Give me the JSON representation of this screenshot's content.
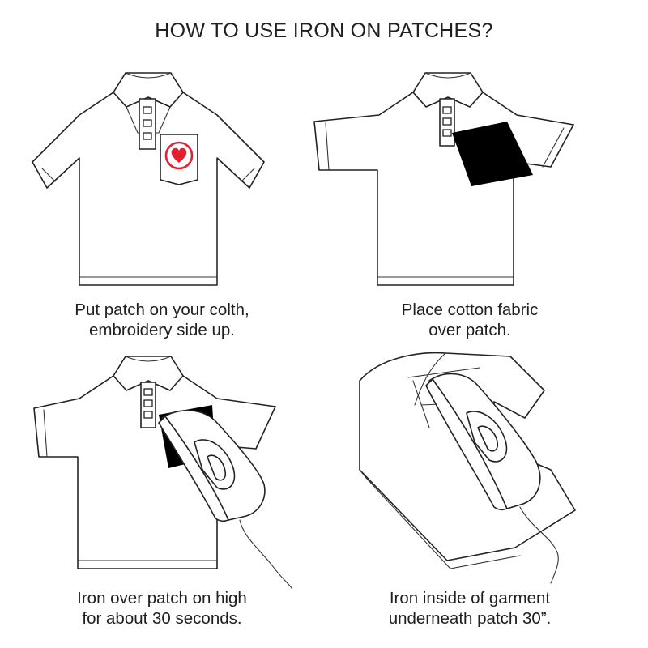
{
  "title": "HOW TO USE IRON ON PATCHES?",
  "steps": [
    {
      "line1": "Put patch on your colth,",
      "line2": "embroidery side up."
    },
    {
      "line1": "Place cotton fabric",
      "line2": "over patch."
    },
    {
      "line1": "Iron over patch on high",
      "line2": "for about 30 seconds."
    },
    {
      "line1": "Iron inside of garment",
      "line2": "underneath patch 30”."
    }
  ],
  "colors": {
    "heart": "#e5202e",
    "fabric": "#000000",
    "line": "#222222"
  }
}
